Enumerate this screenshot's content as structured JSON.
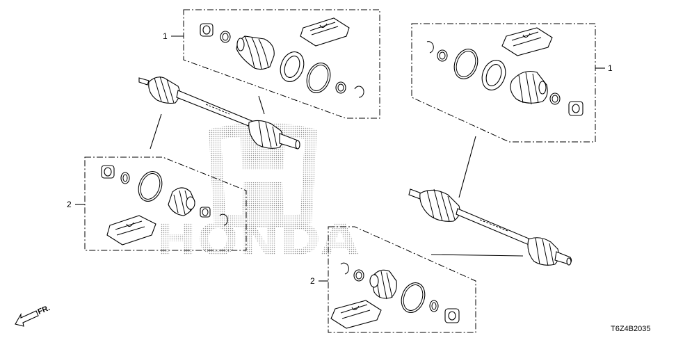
{
  "diagram": {
    "watermark_text": "HONDA",
    "callouts": {
      "kit1_top_left": "1",
      "kit1_top_right": "1",
      "kit2_left": "2",
      "kit2_bottom": "2"
    },
    "front_arrow_label": "FR.",
    "diagram_code": "T6Z4B2035"
  },
  "icons": [
    "honda-wing-logo-watermark",
    "front-direction-arrow",
    "driveshaft",
    "boot-band",
    "joint-boot",
    "circlip",
    "grease-packet"
  ]
}
